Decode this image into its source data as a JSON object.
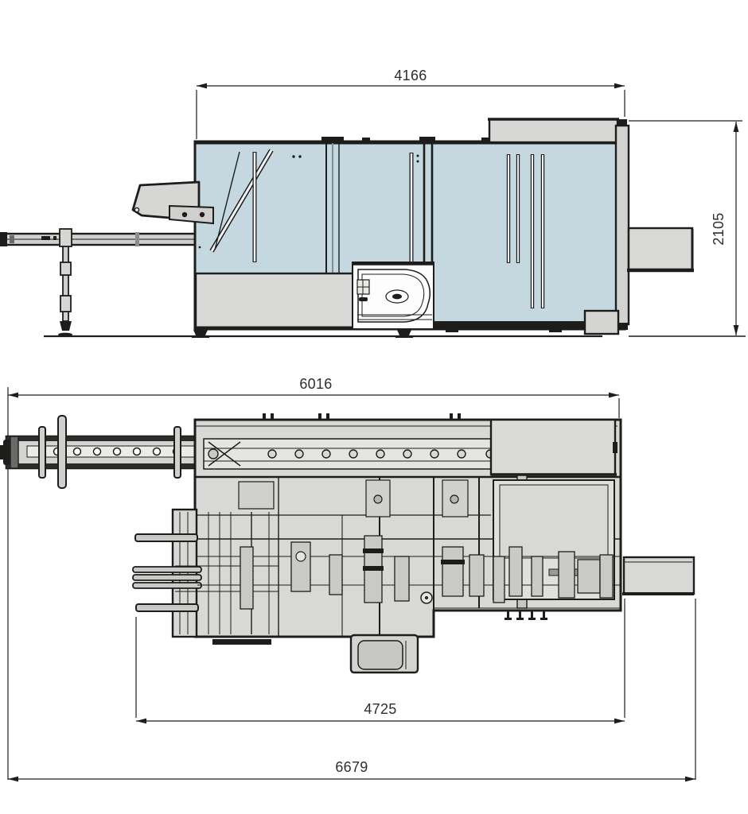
{
  "document": {
    "type": "technical-dimension-drawing",
    "subject": "cartoning machine, two orthographic views"
  },
  "colors": {
    "line": "#1d1d1b",
    "panel_blue": "#c5d8e0",
    "strip_white": "#f0f4f6",
    "machine_gray": "#d8d8d6",
    "light_gray": "#e4e4e2",
    "text": "#2e2e2c",
    "background": "#ffffff"
  },
  "views": {
    "side_elevation": {
      "name": "side elevation view",
      "dimensions": {
        "width": {
          "value": "4166",
          "orientation": "horizontal"
        },
        "height": {
          "value": "2105",
          "orientation": "vertical"
        }
      }
    },
    "top_plan": {
      "name": "top plan view",
      "dimensions": {
        "infeed_span": {
          "value": "6016",
          "orientation": "horizontal"
        },
        "machine_body": {
          "value": "4725",
          "orientation": "horizontal"
        },
        "overall": {
          "value": "6679",
          "orientation": "horizontal"
        }
      }
    }
  }
}
